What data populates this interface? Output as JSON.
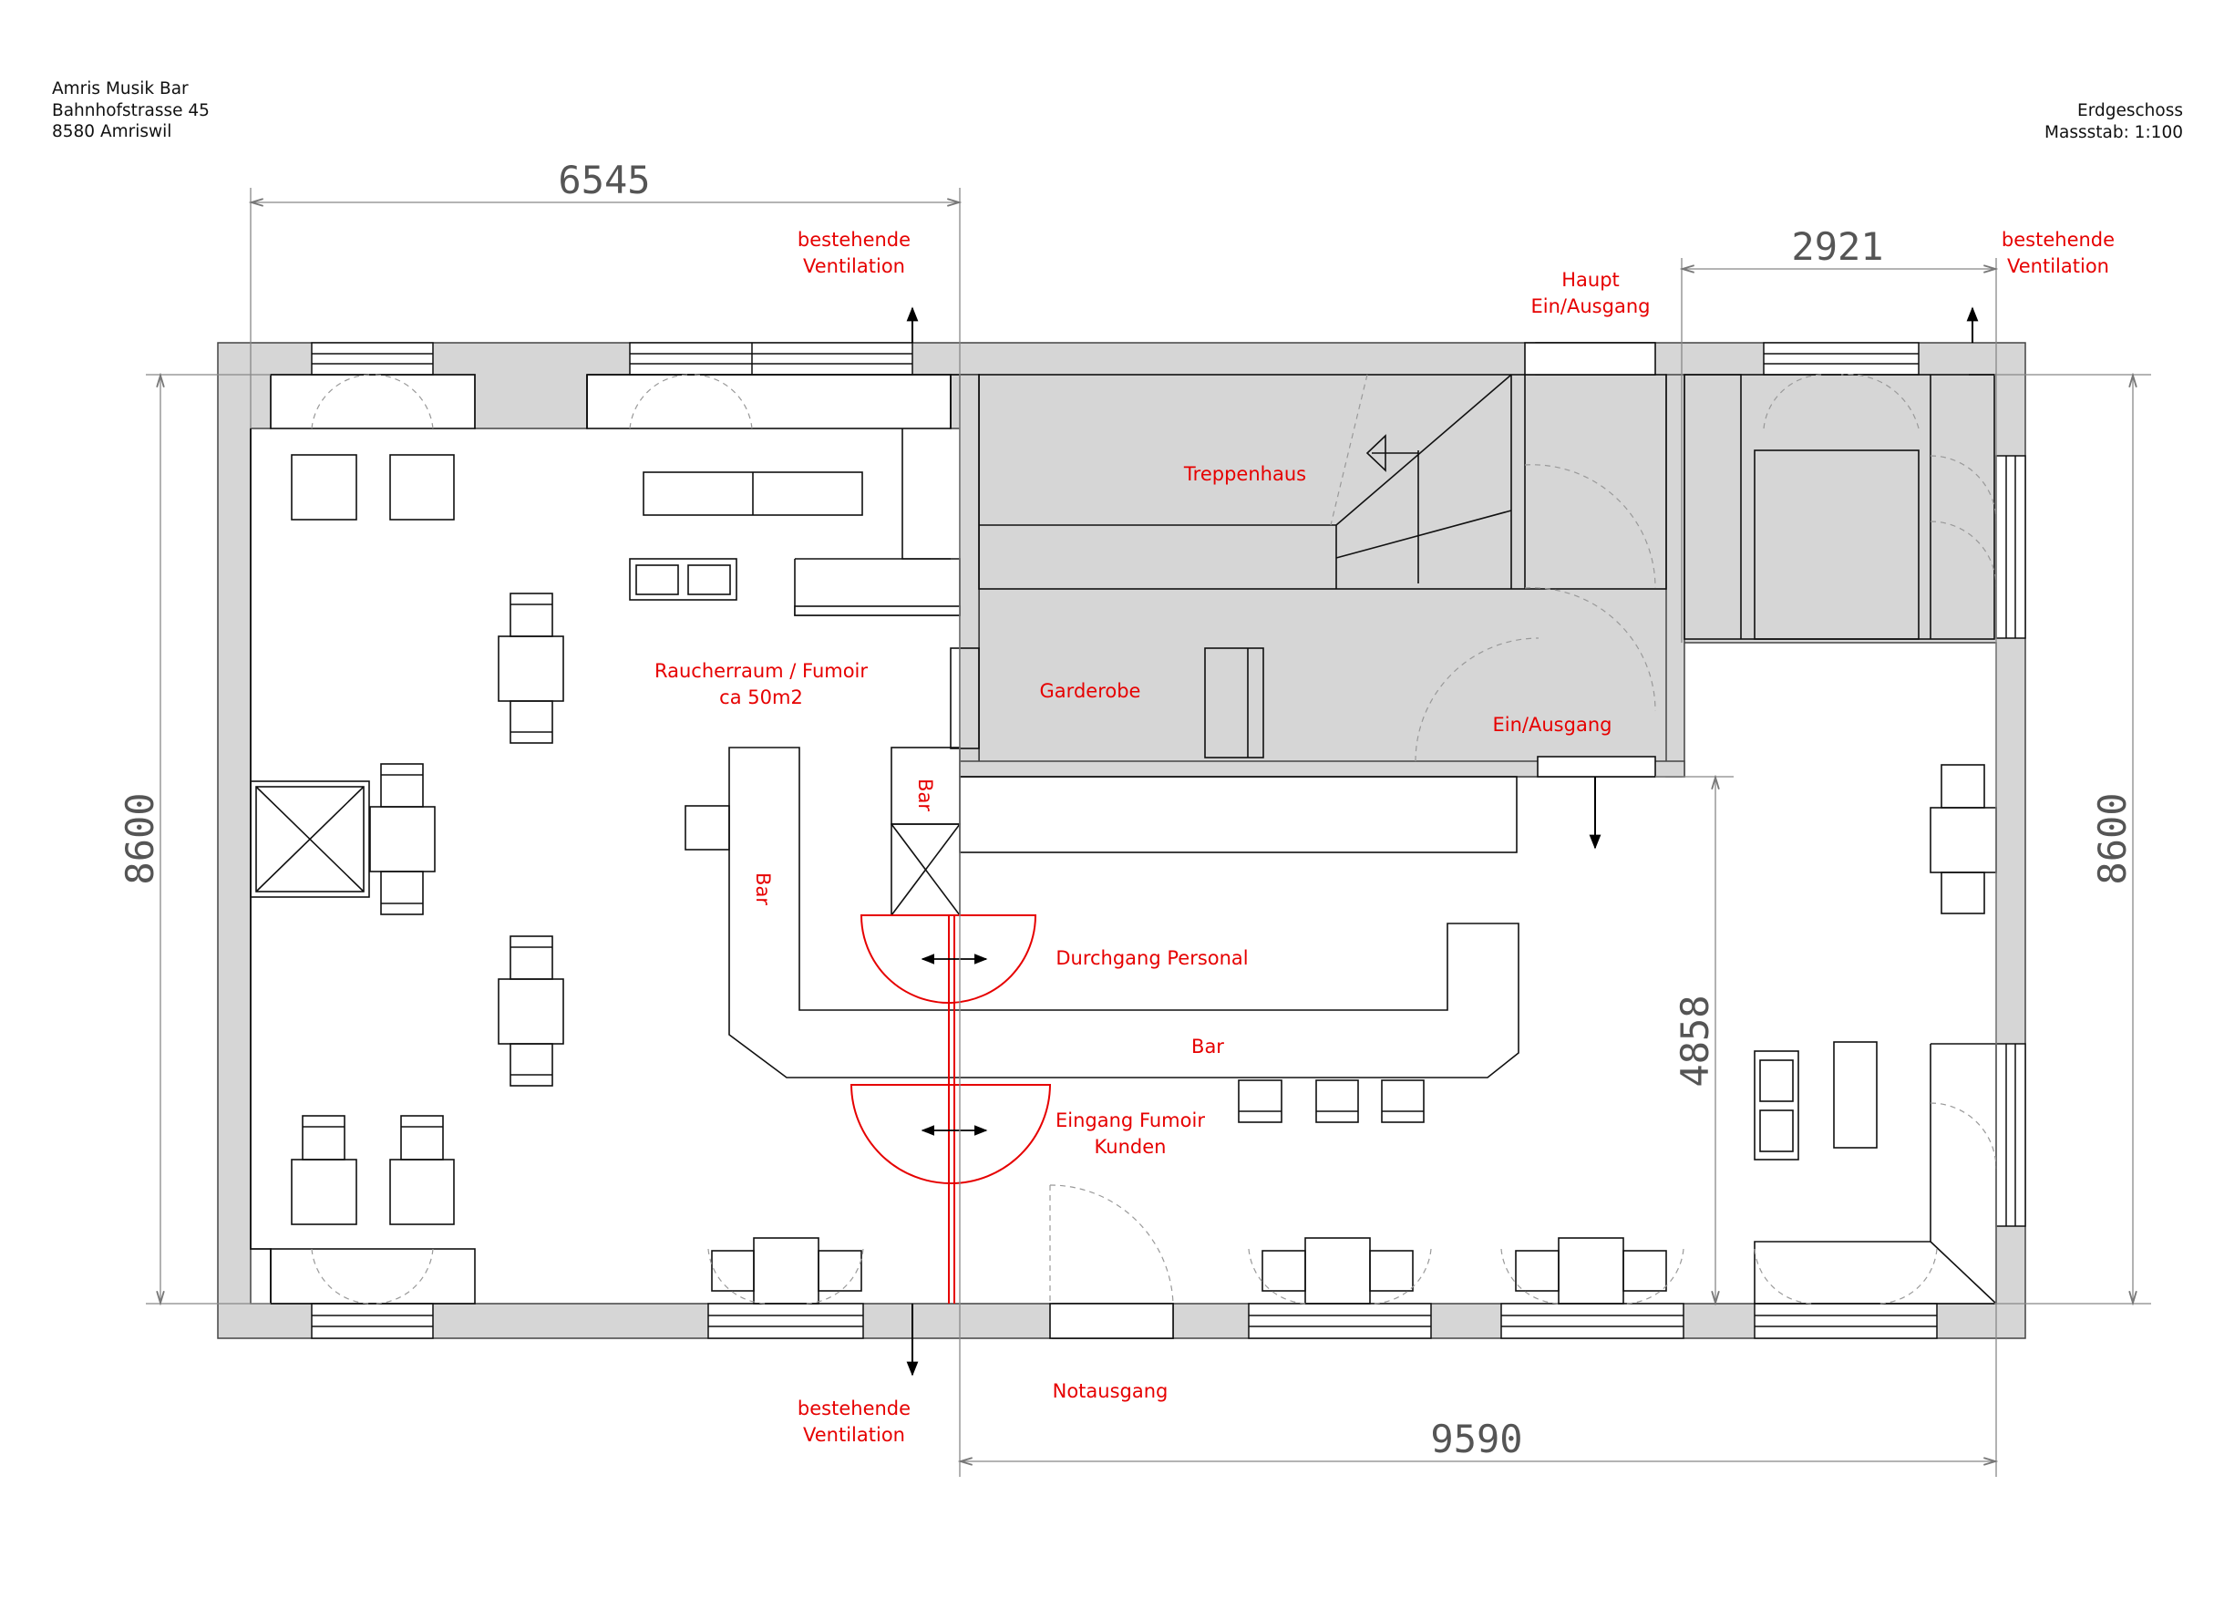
{
  "header": {
    "name": "Amris Musik Bar",
    "street": "Bahnhofstrasse 45",
    "city": "8580 Amriswil",
    "floor": "Erdgeschoss",
    "scale": "Massstab: 1:100"
  },
  "rooms": {
    "smoking_room": "Raucherraum / Fumoir",
    "smoking_area": "ca 50m2",
    "stairwell": "Treppenhaus",
    "cloakroom": "Garderobe",
    "main_entrance_1": "Haupt",
    "main_entrance_2": "Ein/Ausgang",
    "entrance": "Ein/Ausgang",
    "staff_passage": "Durchgang Personal",
    "fumoir_entry_1": "Eingang Fumoir",
    "fumoir_entry_2": "Kunden",
    "emergency_exit": "Notausgang",
    "bar_main": "Bar",
    "bar_vertical": "Bar",
    "bar_small": "Bar"
  },
  "ventilation": {
    "line1": "bestehende",
    "line2": "Ventilation"
  },
  "dimensions": {
    "top_left": "6545",
    "top_right": "2921",
    "bottom": "9590",
    "left": "8600",
    "right": "8600",
    "inner": "4858"
  },
  "colors": {
    "annotation": "#e60000",
    "wall": "#d6d6d6",
    "line": "#111111",
    "dimension": "#555555"
  }
}
